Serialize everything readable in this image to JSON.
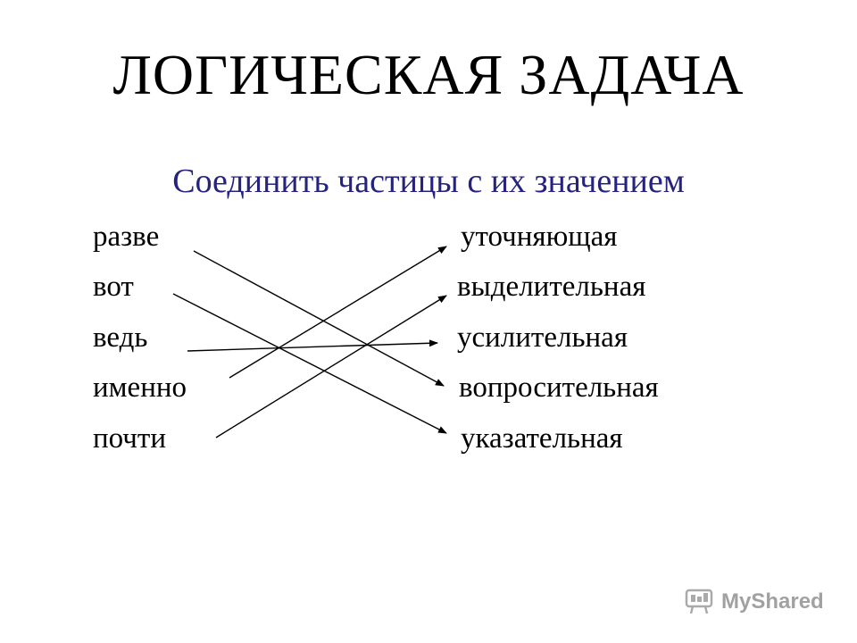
{
  "slide": {
    "title": "ЛОГИЧЕСКАЯ ЗАДАЧА",
    "subtitle": "Соединить частицы с их значением",
    "subtitle_color": "#25237d"
  },
  "particles": [
    "разве",
    "вот",
    "ведь",
    "именно",
    "почти"
  ],
  "meanings": [
    "уточняющая",
    "выделительная",
    "усилительная",
    "вопросительная",
    "указательная"
  ],
  "connections": [
    {
      "from": "разве",
      "to": "вопросительная"
    },
    {
      "from": "вот",
      "to": "указательная"
    },
    {
      "from": "ведь",
      "to": "усилительная"
    },
    {
      "from": "именно",
      "to": "уточняющая"
    },
    {
      "from": "почти",
      "to": "выделительная"
    }
  ],
  "watermark": {
    "text": "MyShared",
    "icon": "myshared-logo-icon"
  }
}
